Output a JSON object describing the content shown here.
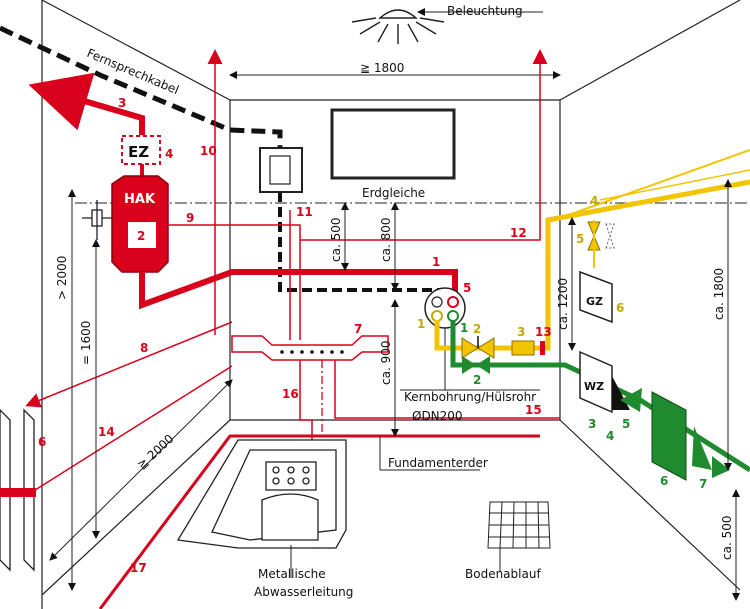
{
  "labels": {
    "beleuchtung": "Beleuchtung",
    "fernsprechkabel": "Fernsprechkabel",
    "erdgleiche": "Erdgleiche",
    "kernbohrung": "Kernbohrung/Hülsrohr",
    "dn200": "ØDN200",
    "fundamenterder": "Fundamenterder",
    "metallische": "Metallische",
    "abwasserleitung": "Abwasserleitung",
    "bodenablauf": "Bodenablauf",
    "ez": "EZ",
    "hak": "HAK",
    "gz": "GZ",
    "wz": "WZ"
  },
  "dimensions": {
    "d1800_top": "≧ 1800",
    "d500": "ca. 500",
    "d800": "ca. 800",
    "d900": "ca. 900",
    "d1200": "ca. 1200",
    "d1800_right": "ca. 1800",
    "d500_right": "ca. 500",
    "d2000_left": "> 2000",
    "d1600": "= 1600",
    "d2000_floor": "≧ 2000"
  },
  "numbers": {
    "n1": "1",
    "n2": "2",
    "n3": "3",
    "n4": "4",
    "n5": "5",
    "n6": "6",
    "n7": "7",
    "n8": "8",
    "n9": "9",
    "n10": "10",
    "n11": "11",
    "n12": "12",
    "n13": "13",
    "n14": "14",
    "n15": "15",
    "n16": "16",
    "n17": "17"
  },
  "colors": {
    "red": "#d9001b",
    "yellow": "#f2c500",
    "green": "#1f8a2e",
    "black": "#111111"
  }
}
